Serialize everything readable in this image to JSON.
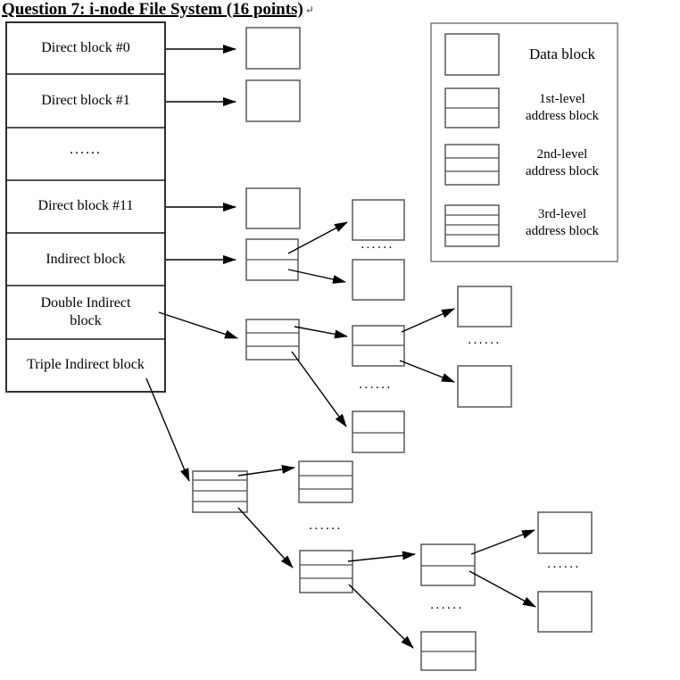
{
  "title": {
    "text": "Question 7: i-node File System (16 points)",
    "return_mark": "↵"
  },
  "inode_table": {
    "rows": [
      {
        "label": "Direct block #0"
      },
      {
        "label": "Direct block #1"
      },
      {
        "label": "......"
      },
      {
        "label": "Direct block #11"
      },
      {
        "label": "Indirect block"
      },
      {
        "label": "Double Indirect block"
      },
      {
        "label": "Triple Indirect block"
      }
    ]
  },
  "legend": {
    "items": [
      {
        "type": "data-block",
        "label": "Data block"
      },
      {
        "type": "1st-level-address-block",
        "line1": "1st-level",
        "line2": "address block"
      },
      {
        "type": "2nd-level-address-block",
        "line1": "2nd-level",
        "line2": "address block"
      },
      {
        "type": "3rd-level-address-block",
        "line1": "3rd-level",
        "line2": "address block"
      }
    ]
  },
  "ellipsis": "......",
  "colors": {
    "text": "#000000",
    "block_border": "#595959",
    "table_border": "#1a1a1a",
    "arrow": "#000000",
    "background": "#ffffff"
  }
}
